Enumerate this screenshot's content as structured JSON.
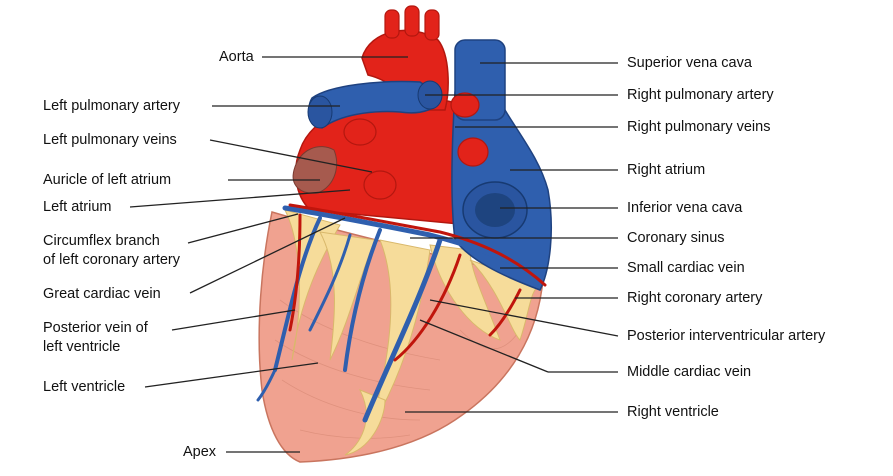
{
  "colors": {
    "aorta_red": "#e2231a",
    "vein_blue": "#2f5fae",
    "muscle_pink": "#f0a290",
    "fat_yellow": "#f6dc9a",
    "auricle_brown": "#a65a4e",
    "leader_line": "#222222"
  },
  "labels": {
    "aorta": "Aorta",
    "left_pulmonary_artery": "Left pulmonary artery",
    "left_pulmonary_veins": "Left pulmonary veins",
    "auricle_left_atrium": "Auricle of left atrium",
    "left_atrium": "Left atrium",
    "circumflex_line1": "Circumflex branch",
    "circumflex_line2": "of left coronary artery",
    "great_cardiac_vein": "Great cardiac vein",
    "posterior_vein_line1": "Posterior vein of",
    "posterior_vein_line2": "left ventricle",
    "left_ventricle": "Left ventricle",
    "apex": "Apex",
    "superior_vena_cava": "Superior vena cava",
    "right_pulmonary_artery": "Right pulmonary artery",
    "right_pulmonary_veins": "Right pulmonary veins",
    "right_atrium": "Right atrium",
    "inferior_vena_cava": "Inferior vena cava",
    "coronary_sinus": "Coronary sinus",
    "small_cardiac_vein": "Small cardiac vein",
    "right_coronary_artery": "Right coronary artery",
    "posterior_interventricular_artery": "Posterior interventricular artery",
    "middle_cardiac_vein": "Middle cardiac vein",
    "right_ventricle": "Right ventricle"
  }
}
